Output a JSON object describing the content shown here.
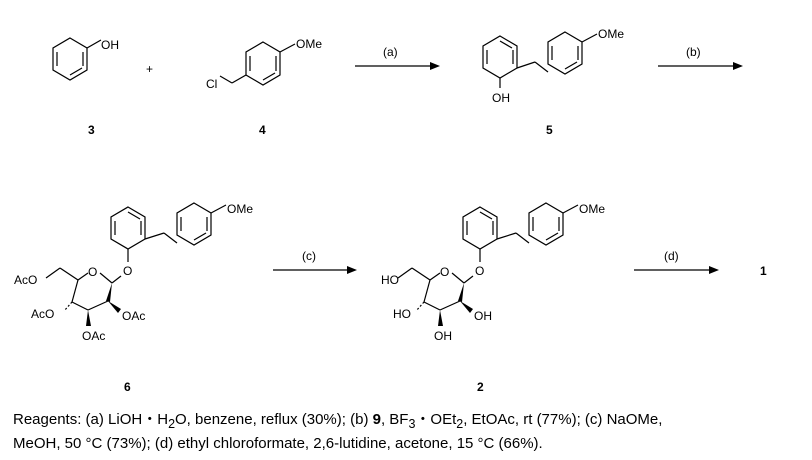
{
  "compounds": {
    "c3": {
      "number": "3",
      "groups": {
        "oh": "OH"
      }
    },
    "c4": {
      "number": "4",
      "groups": {
        "cl": "Cl",
        "ome": "OMe"
      }
    },
    "c5": {
      "number": "5",
      "groups": {
        "oh": "OH",
        "ome": "OMe"
      }
    },
    "c6": {
      "number": "6",
      "groups": {
        "ome": "OMe",
        "ring_o": "O",
        "link_o": "O",
        "aco_6": "AcO",
        "aco_4": "AcO",
        "oac_2": "OAc",
        "oac_3": "OAc"
      }
    },
    "c2": {
      "number": "2",
      "groups": {
        "ome": "OMe",
        "ring_o": "O",
        "link_o": "O",
        "ho_6": "HO",
        "ho_4": "HO",
        "oh_2": "OH",
        "oh_3": "OH"
      }
    },
    "c1": {
      "number": "1"
    }
  },
  "plus": "+",
  "arrows": {
    "a": "(a)",
    "b": "(b)",
    "c": "(c)",
    "d": "(d)"
  },
  "caption": {
    "line1_pre": "Reagents: (a) LiOH・H",
    "line1_sub1": "2",
    "line1_mid1": "O, benzene, reflux (30%); (b) ",
    "line1_bold": "9",
    "line1_mid2": ", BF",
    "line1_sub2": "3",
    "line1_mid3": "・OEt",
    "line1_sub3": "2",
    "line1_post": ", EtOAc, rt (77%); (c) NaOMe,",
    "line2": "MeOH, 50 °C (73%); (d) ethyl chloroformate, 2,6-lutidine, acetone, 15 °C (66%)."
  }
}
